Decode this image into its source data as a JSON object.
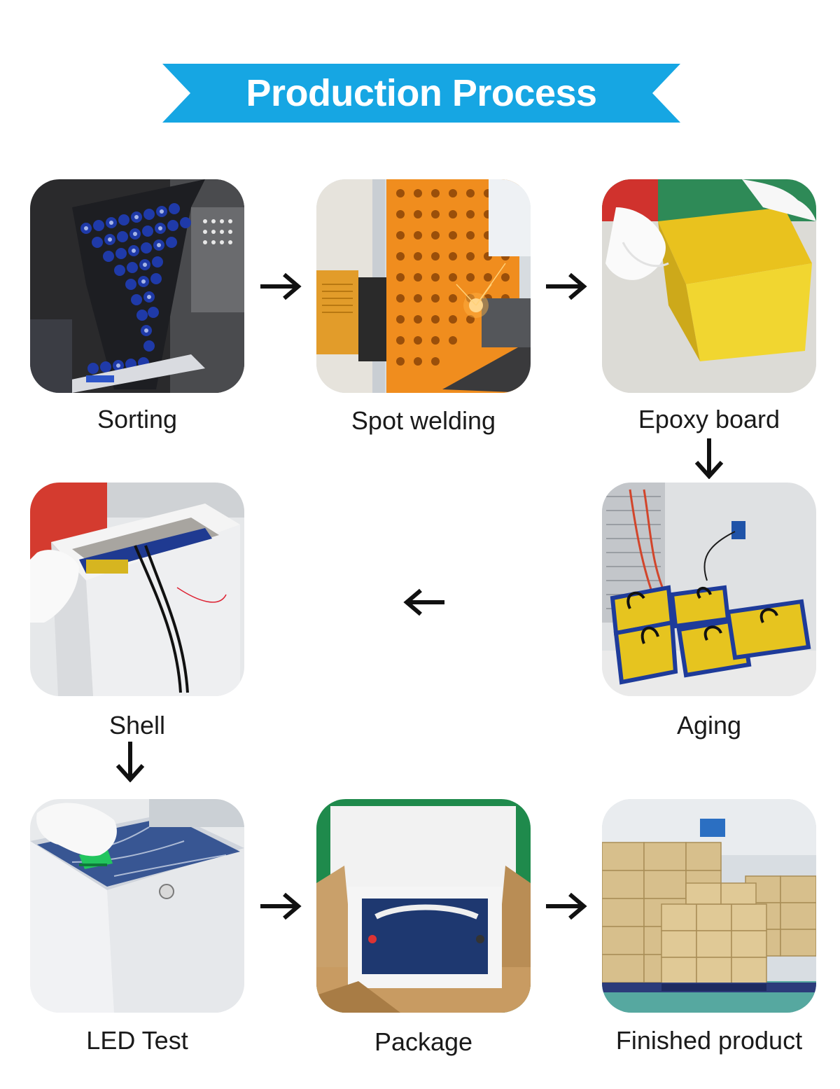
{
  "title": "Production Process",
  "colors": {
    "banner": "#16a6e3",
    "text": "#1a1a1a",
    "arrow": "#111111"
  },
  "steps": [
    {
      "label": "Sorting",
      "icon": "battery-cell-sorting-photo"
    },
    {
      "label": "Spot welding",
      "icon": "spot-welding-photo"
    },
    {
      "label": "Epoxy board",
      "icon": "epoxy-board-photo"
    },
    {
      "label": "Aging",
      "icon": "battery-aging-photo"
    },
    {
      "label": "Shell",
      "icon": "battery-shell-photo"
    },
    {
      "label": "LED Test",
      "icon": "led-test-photo"
    },
    {
      "label": "Package",
      "icon": "package-box-photo"
    },
    {
      "label": "Finished product",
      "icon": "finished-product-pallets-photo"
    }
  ],
  "arrows": [
    {
      "from": "Sorting",
      "to": "Spot welding",
      "direction": "right"
    },
    {
      "from": "Spot welding",
      "to": "Epoxy board",
      "direction": "right"
    },
    {
      "from": "Epoxy board",
      "to": "Aging",
      "direction": "down"
    },
    {
      "from": "Aging",
      "to": "Shell",
      "direction": "left"
    },
    {
      "from": "Shell",
      "to": "LED Test",
      "direction": "down"
    },
    {
      "from": "LED Test",
      "to": "Package",
      "direction": "right"
    },
    {
      "from": "Package",
      "to": "Finished product",
      "direction": "right"
    }
  ]
}
